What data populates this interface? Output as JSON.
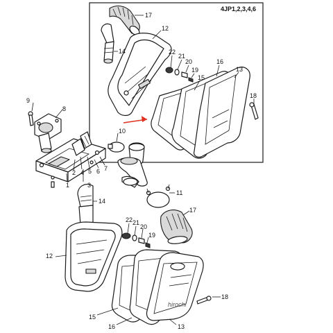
{
  "inset": {
    "model_code": "4JP1,2,3,4,6",
    "labels": {
      "p17": "17",
      "p12": "12",
      "p14": "14",
      "p22": "22",
      "p21": "21",
      "p20": "20",
      "p19": "19",
      "p15": "15",
      "p16": "16",
      "p13": "13",
      "p18": "18"
    }
  },
  "main": {
    "labels": {
      "p9": "9",
      "p8": "8",
      "p10": "10",
      "p7": "7",
      "p6": "6",
      "p5": "5",
      "p4": "4",
      "p3": "3",
      "p2": "2",
      "p1": "1",
      "p11": "11",
      "p17": "17",
      "p22": "22",
      "p21": "21",
      "p20": "20",
      "p19": "19",
      "p14": "14",
      "p12": "12",
      "p15": "15",
      "p16": "16",
      "p13": "13",
      "p18": "18"
    }
  },
  "watermark": "hirochi",
  "colors": {
    "arrow": "#e03020",
    "ink": "#1a1a1a"
  }
}
